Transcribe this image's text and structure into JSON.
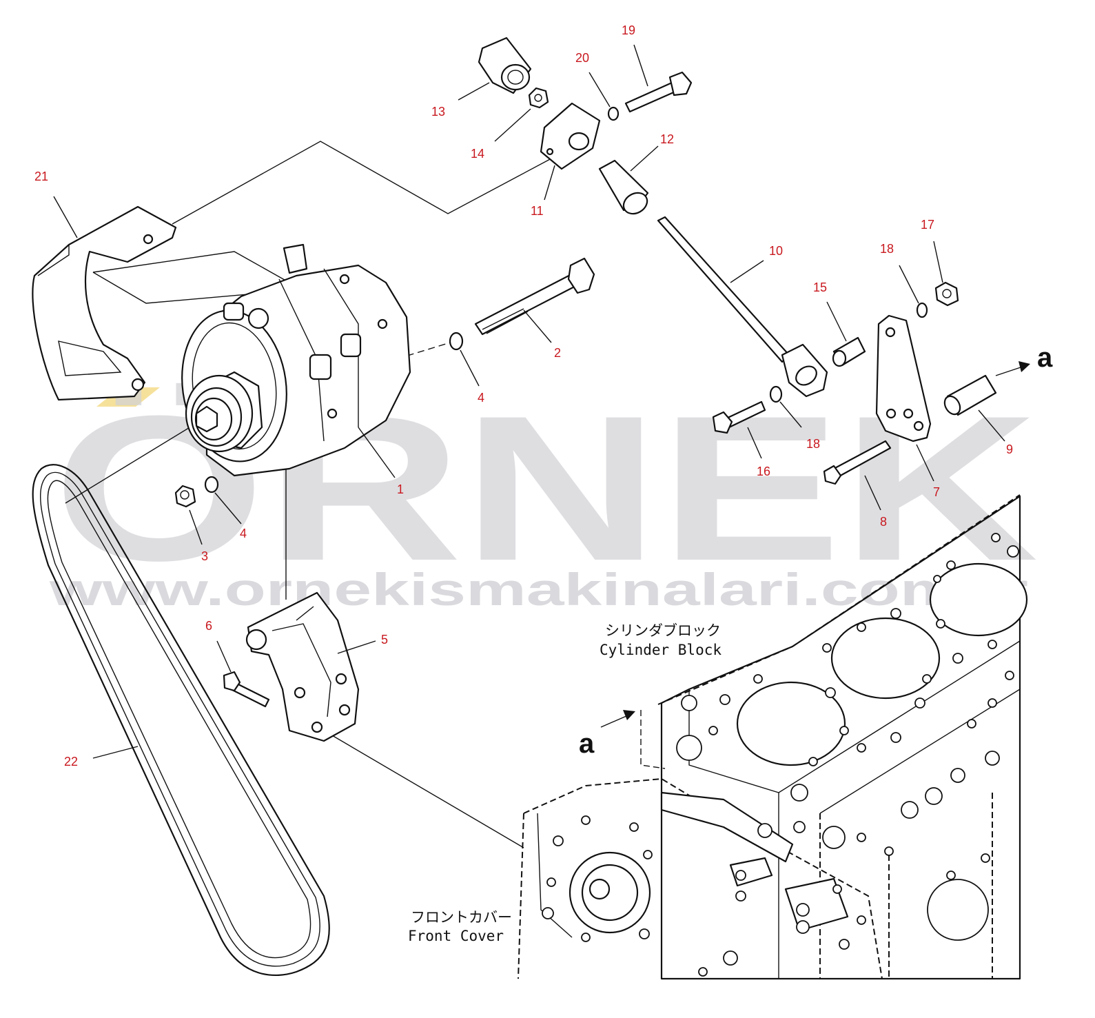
{
  "watermark": {
    "brand": "ÖRNEK",
    "url": "www.ornekismakinalari.com.tr"
  },
  "annotations": {
    "cylinder_block_jp": "シリンダブロック",
    "cylinder_block_en": "Cylinder Block",
    "front_cover_jp": "フロントカバー",
    "front_cover_en": "Front Cover",
    "arrow_label_right": "a",
    "arrow_label_left": "a"
  },
  "callouts": [
    {
      "num": "1"
    },
    {
      "num": "2"
    },
    {
      "num": "3"
    },
    {
      "num": "4"
    },
    {
      "num": "4"
    },
    {
      "num": "5"
    },
    {
      "num": "6"
    },
    {
      "num": "7"
    },
    {
      "num": "8"
    },
    {
      "num": "9"
    },
    {
      "num": "10"
    },
    {
      "num": "11"
    },
    {
      "num": "12"
    },
    {
      "num": "13"
    },
    {
      "num": "14"
    },
    {
      "num": "15"
    },
    {
      "num": "16"
    },
    {
      "num": "17"
    },
    {
      "num": "18"
    },
    {
      "num": "18"
    },
    {
      "num": "19"
    },
    {
      "num": "20"
    },
    {
      "num": "21"
    },
    {
      "num": "22"
    }
  ],
  "colors": {
    "callout": "#c8181e",
    "line": "#111111",
    "watermark": "#d2d2d6",
    "watermark_accent": "#f3d77a"
  }
}
